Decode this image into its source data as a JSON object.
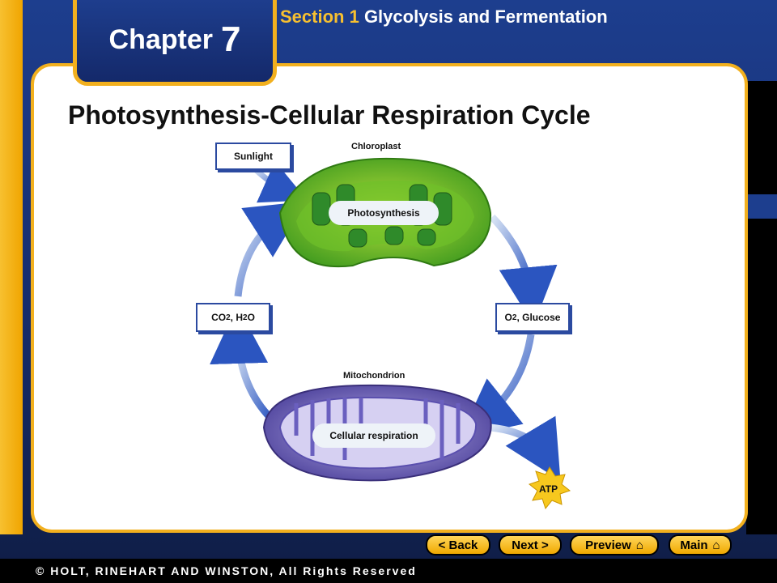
{
  "header": {
    "chapter_word": "Chapter",
    "chapter_number": "7",
    "section_label": "Section 1",
    "section_title": "Glycolysis and Fermentation"
  },
  "slide": {
    "title": "Photosynthesis-Cellular Respiration Cycle"
  },
  "diagram": {
    "sunlight": "Sunlight",
    "chloroplast": "Chloroplast",
    "photosynthesis": "Photosynthesis",
    "co2_h2o": {
      "co": "CO",
      "sub1": "2",
      "mid": ", H",
      "sub2": "2",
      "end": "O"
    },
    "o2_glucose": {
      "o": "O",
      "sub": "2",
      "rest": ", Glucose"
    },
    "mitochondrion": "Mitochondrion",
    "cellular_respiration": "Cellular respiration",
    "atp": "ATP"
  },
  "nav": {
    "back": "< Back",
    "next": "Next >",
    "preview": "Preview",
    "main": "Main"
  },
  "footer": {
    "copyright": "© HOLT, RINEHART AND WINSTON, All Rights Reserved"
  },
  "colors": {
    "accent_gold": "#f2b01e",
    "header_blue": "#1d3e8e",
    "arrow_blue": "#2b55c0"
  }
}
